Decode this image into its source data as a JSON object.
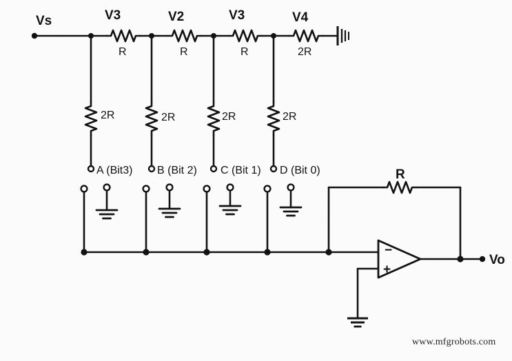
{
  "diagram": {
    "title": "R-2R Ladder Network DAC with Op-Amp Summing Amplifier",
    "style": "hand-drawn pencil schematic on white paper",
    "ink_color": "#121212",
    "paper_color": "#fbfbfb"
  },
  "source_terminal": {
    "label": "Vs",
    "name": "source-voltage-terminal"
  },
  "output_terminal": {
    "label": "Vo",
    "name": "output-voltage-terminal"
  },
  "ladder": {
    "series_sections": [
      {
        "node_label": "V3",
        "resistor_label": "R"
      },
      {
        "node_label": "V2",
        "resistor_label": "R"
      },
      {
        "node_label": "V3",
        "resistor_label": "R"
      },
      {
        "node_label": "V4",
        "resistor_label": "2R"
      }
    ],
    "shunt_resistor_label": "2R",
    "shunt_branches": [
      {
        "resistor_label": "2R",
        "bit_label": "A (Bit3)"
      },
      {
        "resistor_label": "2R",
        "bit_label": "B (Bit 2)"
      },
      {
        "resistor_label": "2R",
        "bit_label": "C (Bit 1)"
      },
      {
        "resistor_label": "2R",
        "bit_label": "D (Bit 0)"
      }
    ]
  },
  "opamp": {
    "inverting_input_label": "−",
    "noninverting_input_label": "+",
    "feedback_resistor_label": "R"
  },
  "watermark": {
    "text": "www.mfgrobots.com"
  }
}
